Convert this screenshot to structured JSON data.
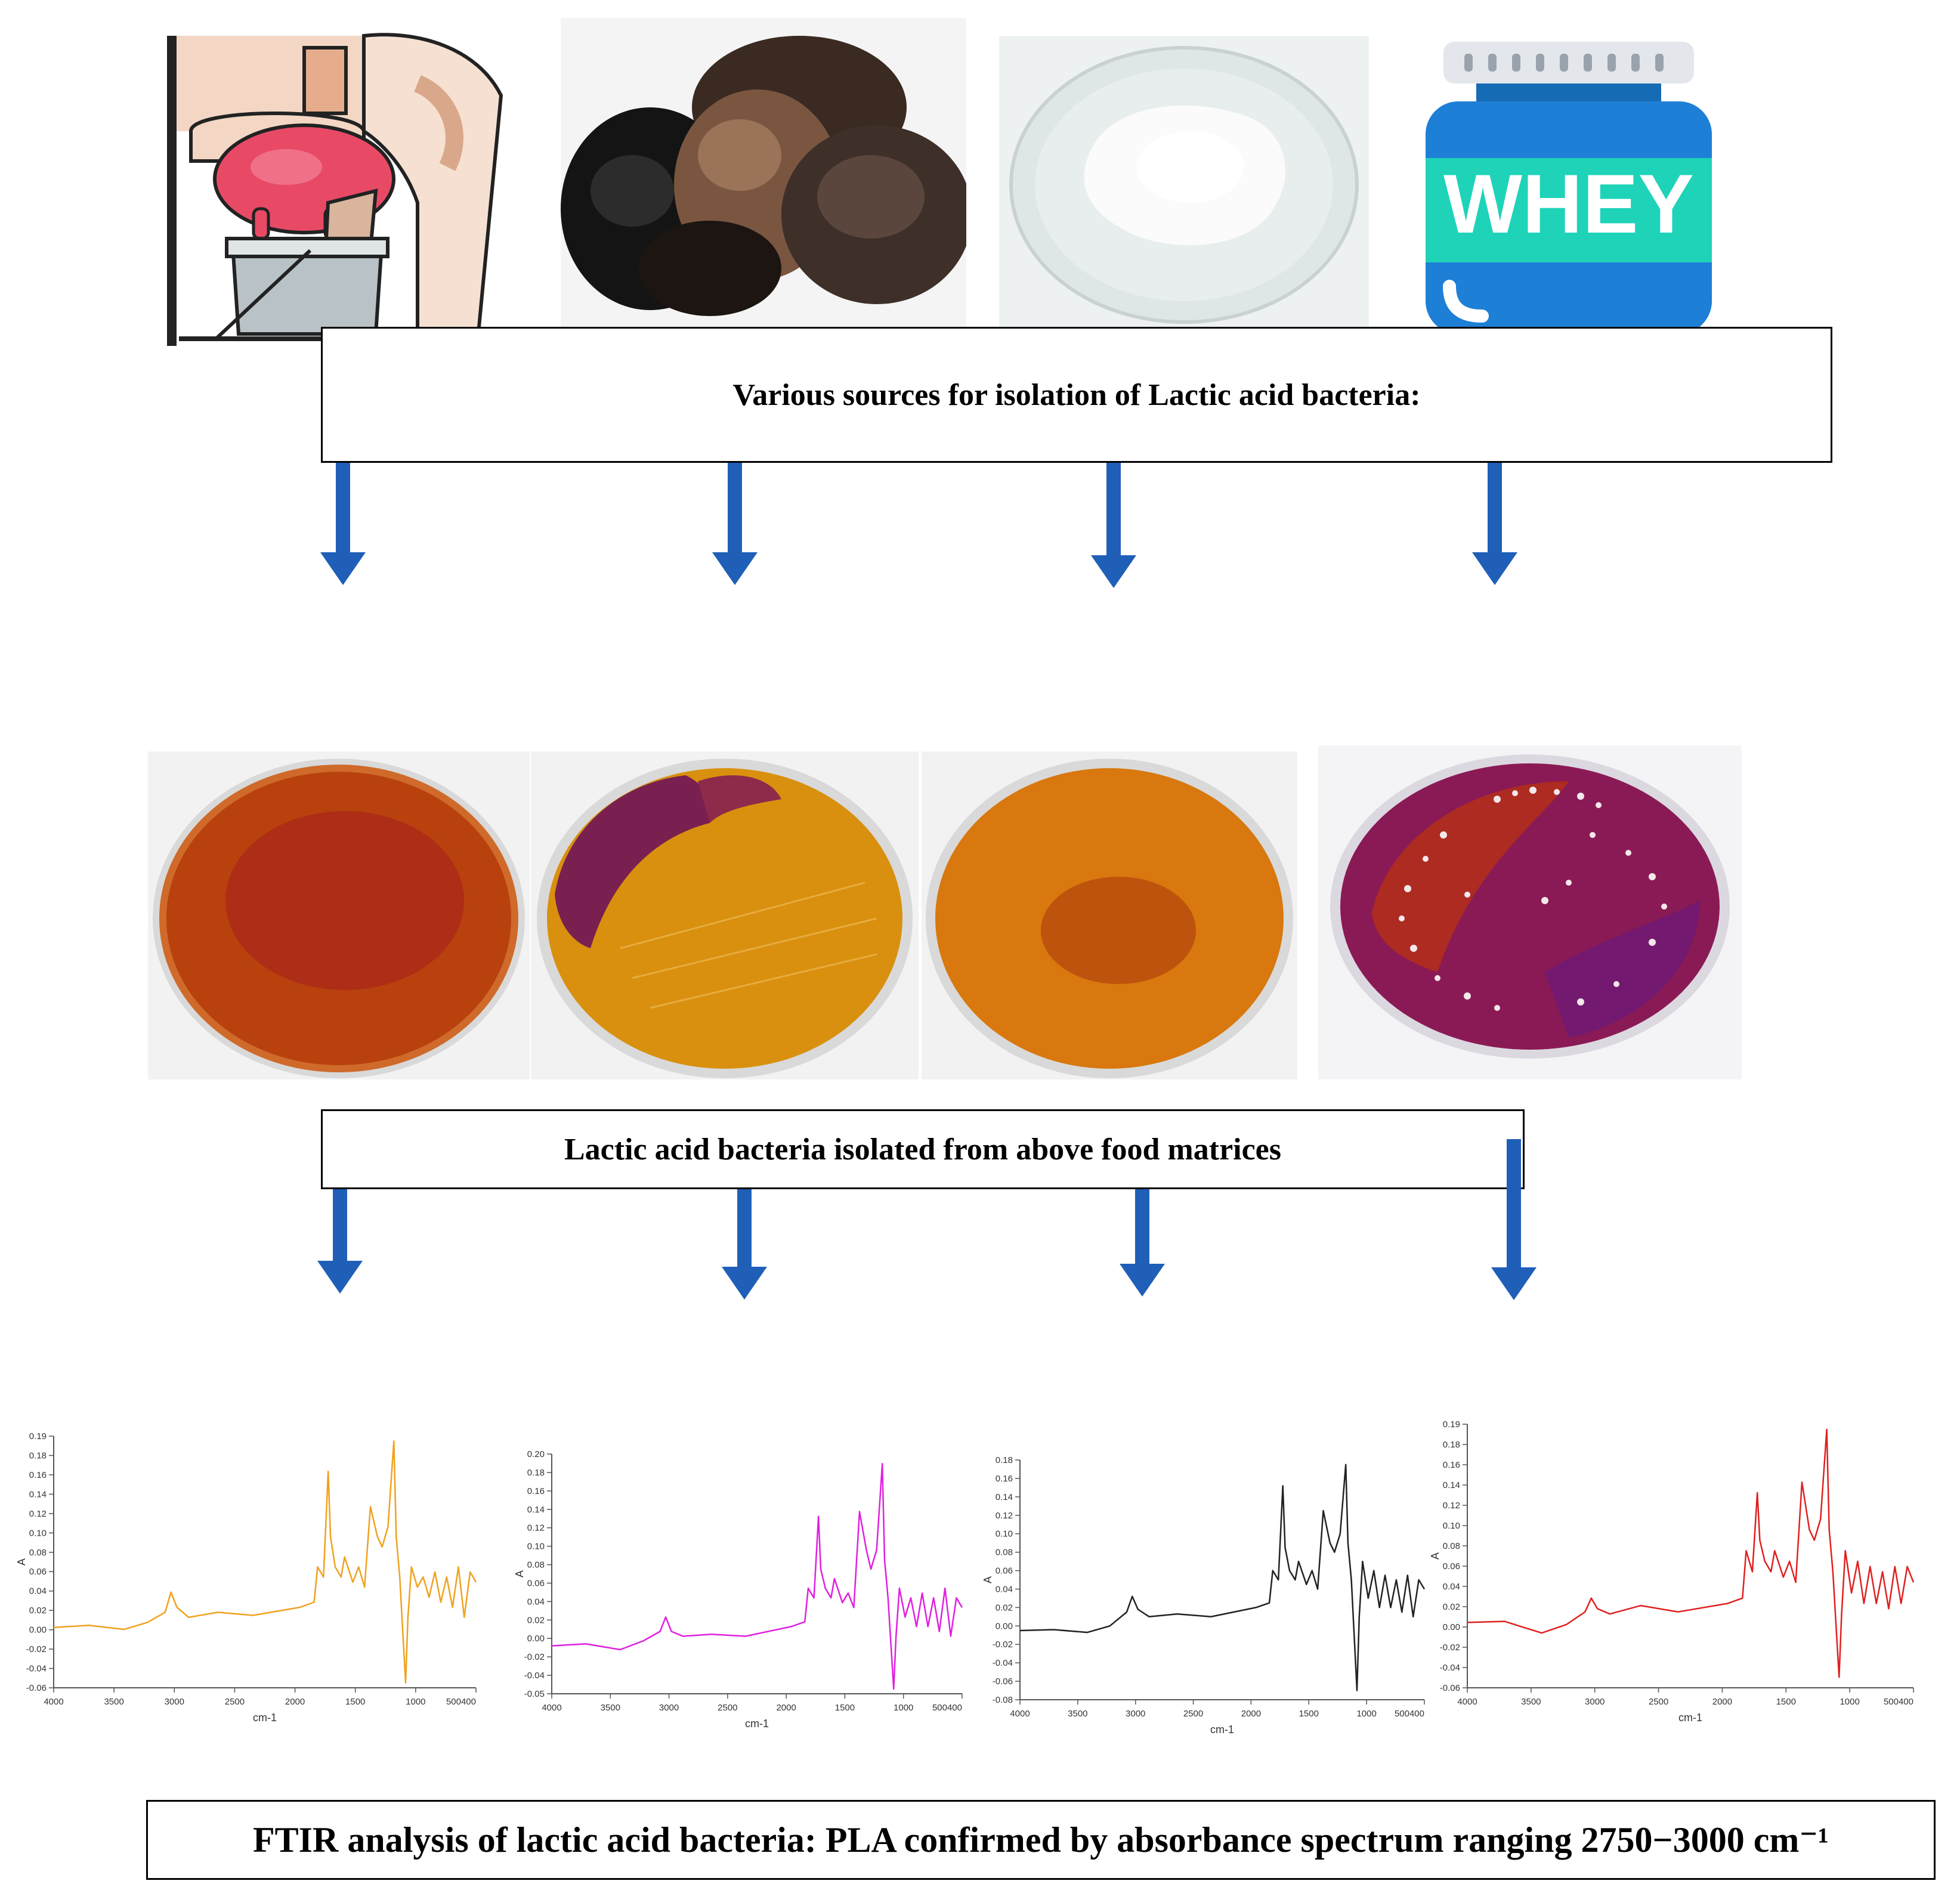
{
  "boxes": {
    "sources": "Various sources for isolation of Lactic acid bacteria:",
    "isolated": "Lactic acid bacteria isolated from above food matrices",
    "ftir": "FTIR analysis of lactic acid bacteria: PLA confirmed by absorbance spectrum ranging 2750−3000 cm⁻¹"
  },
  "whey_label": "WHEY",
  "colors": {
    "arrow": "#1f5fb8",
    "whey_blue": "#1e7fd6",
    "whey_band": "#1ed3b8",
    "spectrum_1": "#f0a21e",
    "spectrum_2": "#e020e0",
    "spectrum_3": "#222222",
    "spectrum_4": "#e02020"
  },
  "chart_data": [
    {
      "type": "line",
      "xlabel": "cm-1",
      "ylabel": "A",
      "xlim": [
        4000,
        400
      ],
      "ylim": [
        -0.06,
        0.19
      ],
      "x_ticks": [
        "4000",
        "3500",
        "3000",
        "2500",
        "2000",
        "1500",
        "1000",
        "500400"
      ],
      "y_ticks": [
        "0.19",
        "0.18",
        "0.16",
        "0.14",
        "0.12",
        "0.10",
        "0.08",
        "0.06",
        "0.04",
        "0.02",
        "0.00",
        "-0.02",
        "-0.04",
        "-0.06"
      ],
      "series": [
        {
          "x": [
            4000,
            3700,
            3400,
            3200,
            3050,
            3000,
            2950,
            2850,
            2600,
            2300,
            1900,
            1780,
            1750,
            1700,
            1660,
            1640,
            1600,
            1550,
            1520,
            1450,
            1400,
            1350,
            1300,
            1240,
            1200,
            1150,
            1100,
            1080,
            1050,
            1000,
            980,
            950,
            900,
            850,
            800,
            750,
            700,
            650,
            600,
            550,
            500,
            450,
            400
          ],
          "y": [
            0.0,
            0.002,
            -0.002,
            0.005,
            0.015,
            0.035,
            0.02,
            0.01,
            0.015,
            0.012,
            0.02,
            0.025,
            0.06,
            0.05,
            0.155,
            0.09,
            0.06,
            0.05,
            0.07,
            0.045,
            0.06,
            0.04,
            0.12,
            0.09,
            0.08,
            0.1,
            0.185,
            0.09,
            0.05,
            -0.055,
            0.01,
            0.06,
            0.04,
            0.05,
            0.03,
            0.055,
            0.025,
            0.05,
            0.02,
            0.06,
            0.01,
            0.055,
            0.045
          ]
        }
      ]
    },
    {
      "type": "line",
      "xlabel": "cm-1",
      "ylabel": "A",
      "xlim": [
        4000,
        400
      ],
      "ylim": [
        -0.05,
        0.2
      ],
      "x_ticks": [
        "4000",
        "3500",
        "3000",
        "2500",
        "2000",
        "1500",
        "1000",
        "500400"
      ],
      "y_ticks": [
        "0.20",
        "0.18",
        "0.16",
        "0.14",
        "0.12",
        "0.10",
        "0.08",
        "0.06",
        "0.04",
        "0.02",
        "0.00",
        "-0.02",
        "-0.04",
        "-0.05"
      ],
      "series": [
        {
          "x": [
            4000,
            3700,
            3400,
            3200,
            3050,
            3000,
            2950,
            2850,
            2600,
            2300,
            1900,
            1780,
            1750,
            1700,
            1660,
            1640,
            1600,
            1550,
            1520,
            1450,
            1400,
            1350,
            1300,
            1240,
            1200,
            1150,
            1100,
            1080,
            1050,
            1000,
            980,
            950,
            900,
            850,
            800,
            750,
            700,
            650,
            600,
            550,
            500,
            450,
            400
          ],
          "y": [
            0.0,
            0.002,
            -0.004,
            0.005,
            0.015,
            0.03,
            0.015,
            0.01,
            0.012,
            0.01,
            0.02,
            0.025,
            0.06,
            0.05,
            0.135,
            0.08,
            0.06,
            0.05,
            0.07,
            0.045,
            0.055,
            0.04,
            0.14,
            0.1,
            0.08,
            0.1,
            0.19,
            0.09,
            0.05,
            -0.045,
            0.01,
            0.06,
            0.03,
            0.05,
            0.02,
            0.055,
            0.02,
            0.05,
            0.015,
            0.06,
            0.01,
            0.05,
            0.04
          ]
        }
      ]
    },
    {
      "type": "line",
      "xlabel": "cm-1",
      "ylabel": "A",
      "xlim": [
        4000,
        400
      ],
      "ylim": [
        -0.08,
        0.18
      ],
      "x_ticks": [
        "4000",
        "3500",
        "3000",
        "2500",
        "2000",
        "1500",
        "1000",
        "500400"
      ],
      "y_ticks": [
        "0.18",
        "0.16",
        "0.14",
        "0.12",
        "0.10",
        "0.08",
        "0.06",
        "0.04",
        "0.02",
        "0.00",
        "-0.02",
        "-0.04",
        "-0.06",
        "-0.08"
      ],
      "series": [
        {
          "x": [
            4000,
            3700,
            3400,
            3200,
            3050,
            3000,
            2950,
            2850,
            2600,
            2300,
            1900,
            1780,
            1750,
            1700,
            1660,
            1640,
            1600,
            1550,
            1520,
            1450,
            1400,
            1350,
            1300,
            1240,
            1200,
            1150,
            1100,
            1080,
            1050,
            1000,
            980,
            950,
            900,
            850,
            800,
            750,
            700,
            650,
            600,
            550,
            500,
            450,
            400
          ],
          "y": [
            -0.005,
            -0.004,
            -0.007,
            0.0,
            0.015,
            0.032,
            0.018,
            0.01,
            0.013,
            0.01,
            0.02,
            0.025,
            0.06,
            0.05,
            0.152,
            0.085,
            0.06,
            0.05,
            0.07,
            0.045,
            0.06,
            0.04,
            0.125,
            0.09,
            0.08,
            0.1,
            0.175,
            0.09,
            0.05,
            -0.07,
            0.01,
            0.07,
            0.03,
            0.06,
            0.02,
            0.055,
            0.02,
            0.05,
            0.015,
            0.055,
            0.01,
            0.05,
            0.04
          ]
        }
      ]
    },
    {
      "type": "line",
      "xlabel": "cm-1",
      "ylabel": "A",
      "xlim": [
        4000,
        400
      ],
      "ylim": [
        -0.06,
        0.19
      ],
      "x_ticks": [
        "4000",
        "3500",
        "3000",
        "2500",
        "2000",
        "1500",
        "1000",
        "500400"
      ],
      "y_ticks": [
        "0.19",
        "0.18",
        "0.16",
        "0.14",
        "0.12",
        "0.10",
        "0.08",
        "0.06",
        "0.04",
        "0.02",
        "0.00",
        "-0.02",
        "-0.04",
        "-0.06"
      ],
      "series": [
        {
          "x": [
            4000,
            3700,
            3400,
            3200,
            3050,
            3000,
            2950,
            2850,
            2600,
            2300,
            1900,
            1780,
            1750,
            1700,
            1660,
            1640,
            1600,
            1550,
            1520,
            1450,
            1400,
            1350,
            1300,
            1240,
            1200,
            1150,
            1100,
            1080,
            1050,
            1000,
            980,
            950,
            900,
            850,
            800,
            750,
            700,
            650,
            600,
            550,
            500,
            450,
            400
          ],
          "y": [
            0.002,
            0.003,
            -0.008,
            0.0,
            0.012,
            0.025,
            0.015,
            0.01,
            0.018,
            0.012,
            0.02,
            0.025,
            0.07,
            0.05,
            0.125,
            0.08,
            0.06,
            0.05,
            0.07,
            0.045,
            0.06,
            0.04,
            0.135,
            0.09,
            0.08,
            0.1,
            0.185,
            0.09,
            0.05,
            -0.05,
            0.01,
            0.07,
            0.03,
            0.06,
            0.02,
            0.055,
            0.02,
            0.05,
            0.015,
            0.055,
            0.02,
            0.055,
            0.04
          ]
        }
      ]
    }
  ]
}
